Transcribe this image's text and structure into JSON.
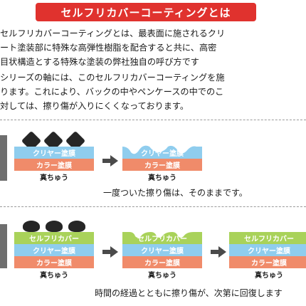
{
  "header": {
    "title": "セルフリカバーコーティングとは"
  },
  "paragraph1": [
    "セルフリカバーコーティングとは、最表面に施されるクリ",
    "ート塗装部に特殊な高弾性樹脂を配合すると共に、高密",
    "目状構造とする特殊な塗装の弊社独自の呼び方です"
  ],
  "paragraph2": [
    "シリーズの軸には、このセルフリカバーコーティングを施",
    "ります。これにより、バックの中やペンケースの中でのこ",
    "対しては、擦り傷が入りにくくなっております。"
  ],
  "section_normal": {
    "layers": {
      "clear": "クリヤー塗膜",
      "color": "カラー塗膜",
      "core": "真ちゅう"
    },
    "caption": "一度ついた擦り傷は、そのままです。"
  },
  "section_recover": {
    "layers": {
      "self_recover": "セルフリカバー",
      "clear": "クリヤー塗膜",
      "color": "カラー塗膜",
      "core": "真ちゅう"
    },
    "caption": "時間の経過とともに擦り傷が、次第に回復します"
  },
  "colors": {
    "title_bg": "#e0322e",
    "clear_layer": "#8fcdee",
    "color_layer": "#f08b6a",
    "self_recover_layer": "#a9d25a",
    "scratch": "#262626",
    "arrow": "#4a4a4a"
  }
}
